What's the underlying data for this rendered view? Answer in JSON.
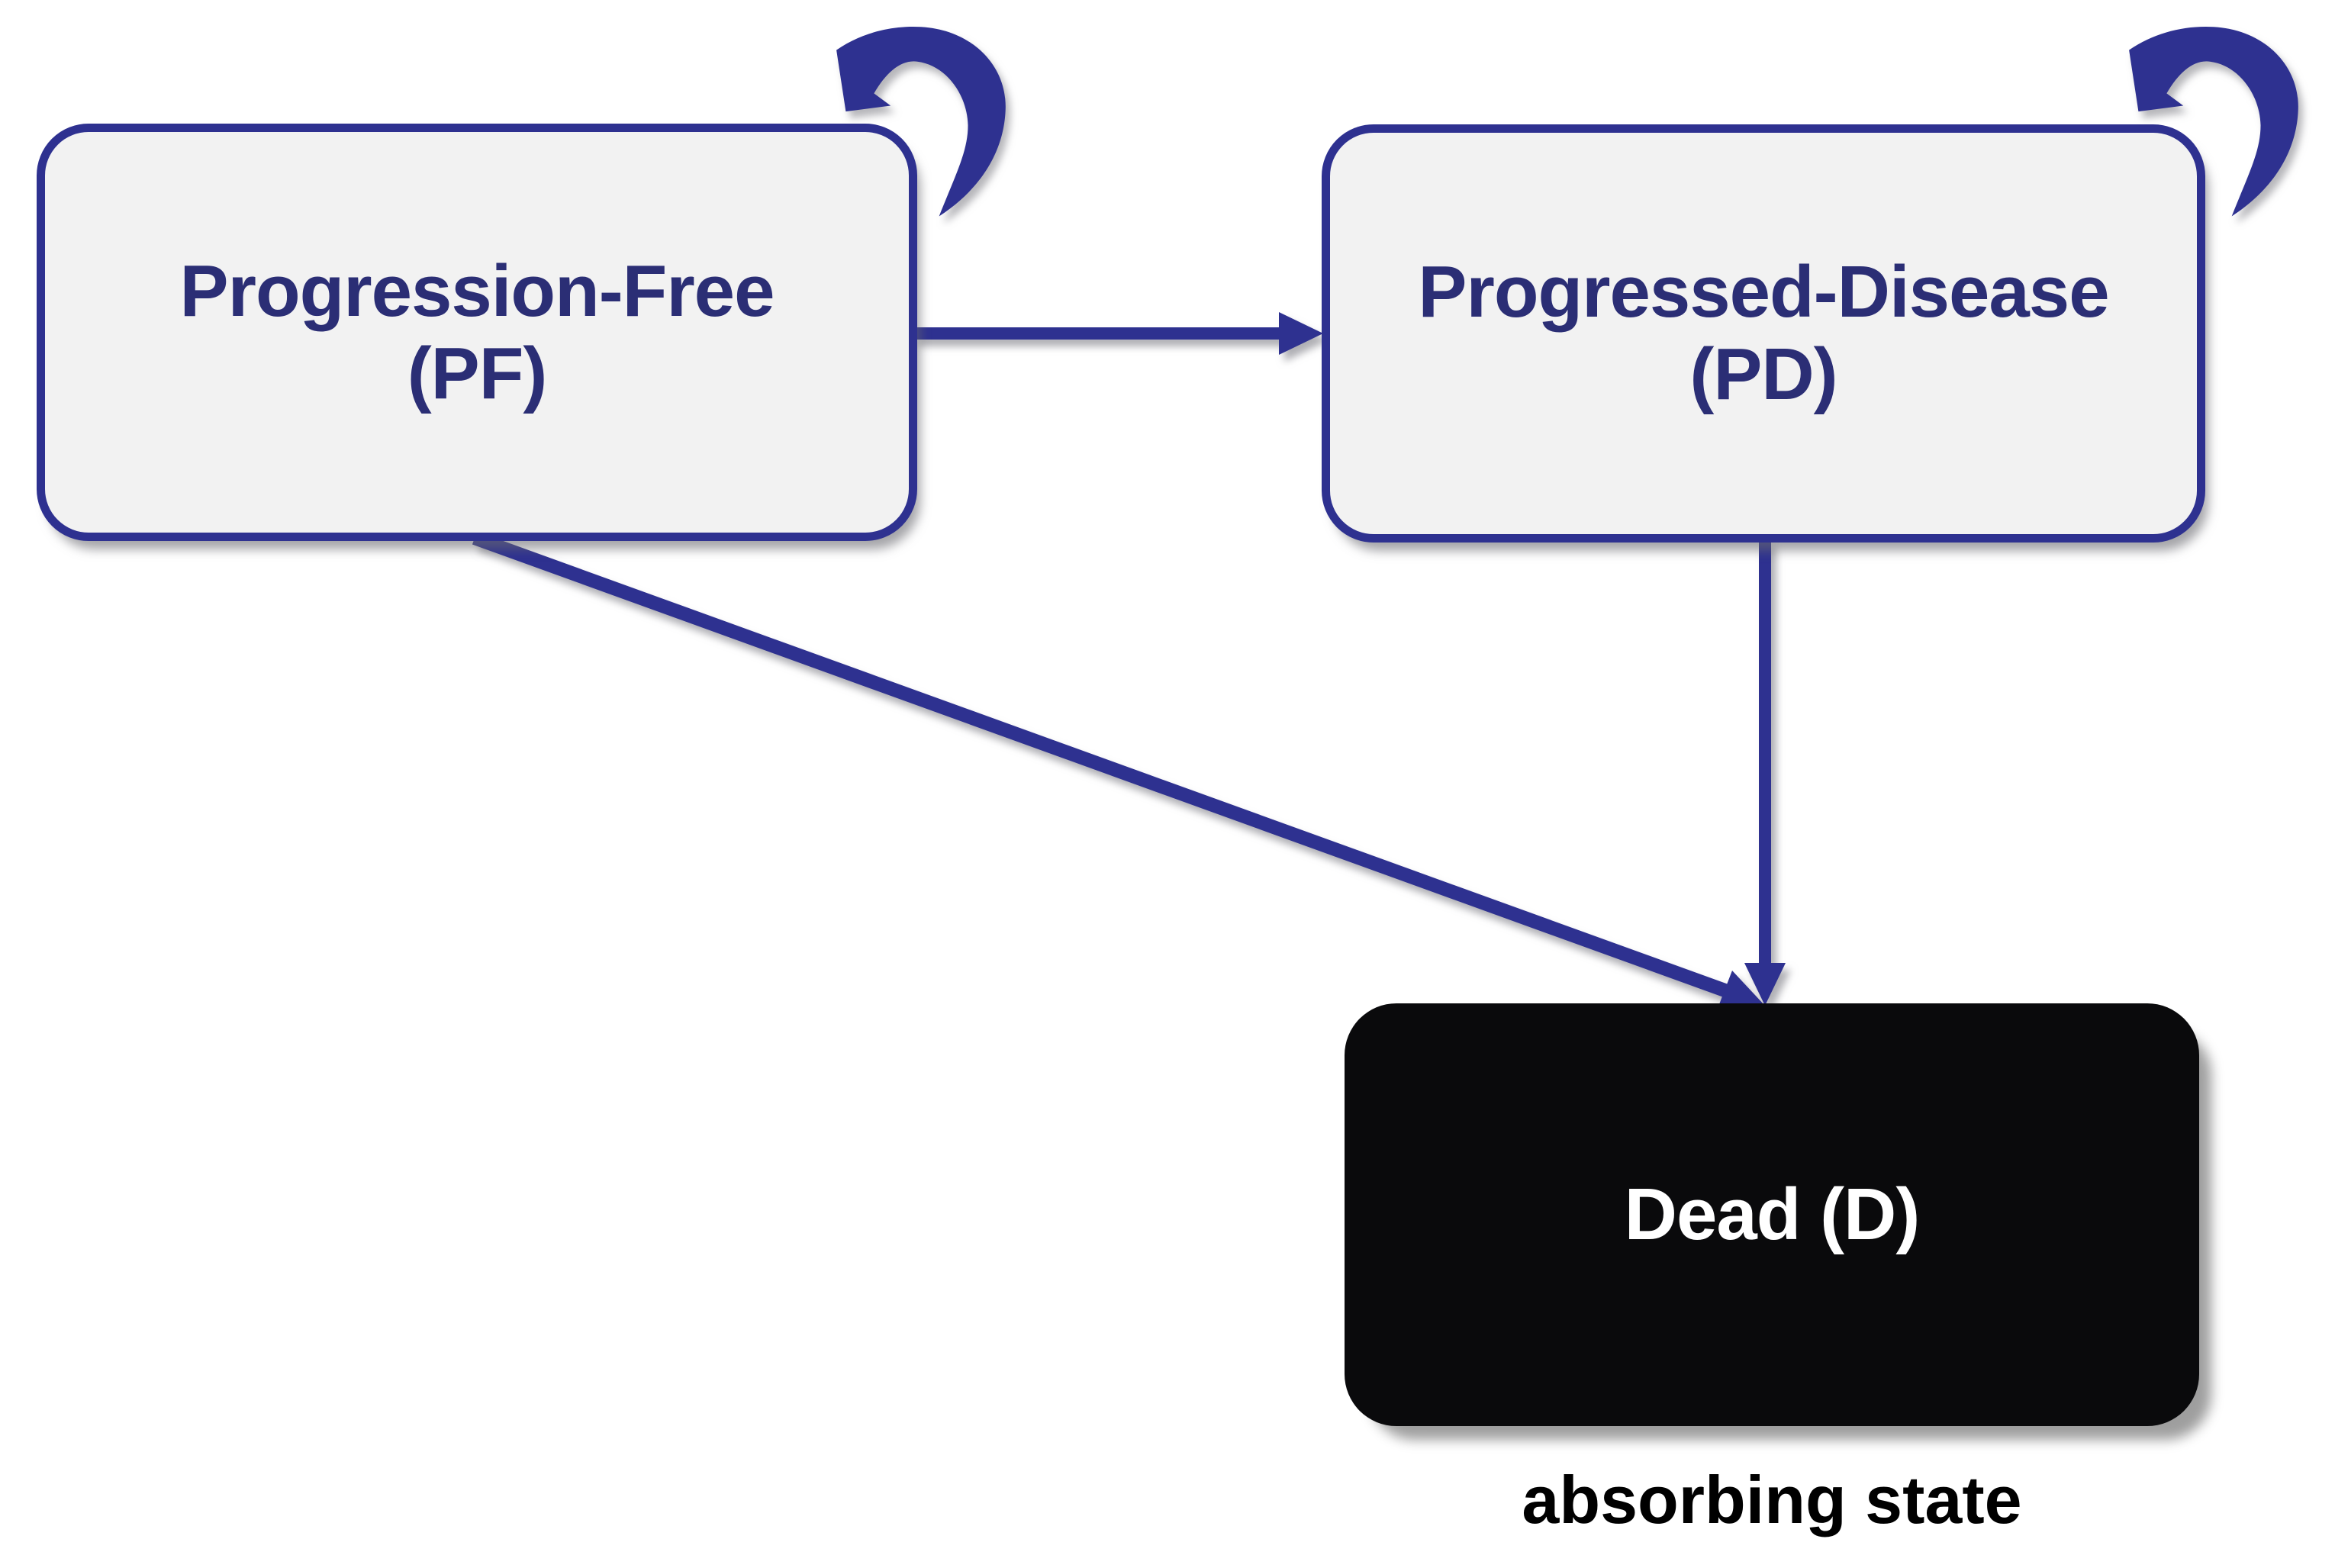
{
  "diagram_type": "markov-state-transition-model",
  "colors": {
    "arrow_navy": "#2e3190",
    "box_border": "#2e3190",
    "box_fill": "#f2f2f2",
    "state_text_navy": "#2b2e75",
    "dead_fill": "#0a0a0c",
    "dead_text": "#ffffff",
    "annotation_text": "#000000",
    "background": "#ffffff"
  },
  "states": [
    {
      "id": "PF",
      "line1": "Progression-Free",
      "line2": "(PF)",
      "self_loop": true,
      "absorbing": false
    },
    {
      "id": "PD",
      "line1": "Progressed-Disease",
      "line2": "(PD)",
      "self_loop": true,
      "absorbing": false
    },
    {
      "id": "D",
      "label": "Dead (D)",
      "self_loop": false,
      "absorbing": true
    }
  ],
  "annotation": {
    "dead_caption": "absorbing state"
  },
  "transitions": [
    {
      "from": "PF",
      "to": "PF",
      "type": "self-loop"
    },
    {
      "from": "PF",
      "to": "PD",
      "type": "straight-horizontal"
    },
    {
      "from": "PF",
      "to": "D",
      "type": "straight-diagonal"
    },
    {
      "from": "PD",
      "to": "PD",
      "type": "self-loop"
    },
    {
      "from": "PD",
      "to": "D",
      "type": "straight-vertical"
    }
  ]
}
